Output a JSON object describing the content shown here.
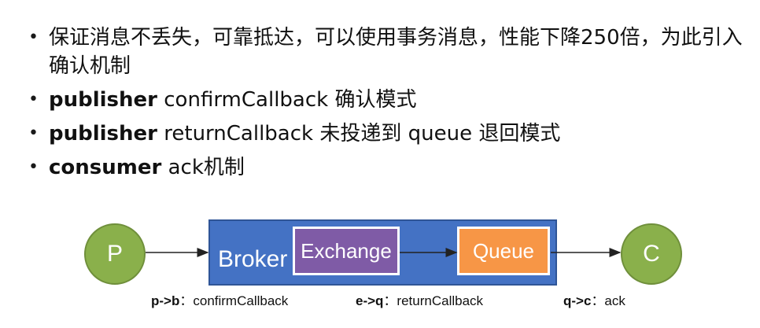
{
  "bullets": [
    {
      "bold": "",
      "text": "保证消息不丢失，可靠抵达，可以使用事务消息，性能下降250倍，为此引入确认机制"
    },
    {
      "bold": "publisher",
      "text": " confirmCallback 确认模式"
    },
    {
      "bold": "publisher",
      "text": " returnCallback 未投递到 queue 退回模式"
    },
    {
      "bold": "consumer",
      "text": " ack机制"
    }
  ],
  "bullet_marker": "•",
  "diagram": {
    "producer": "P",
    "broker": "Broker",
    "exchange": "Exchange",
    "queue": "Queue",
    "consumer": "C",
    "captions": [
      {
        "bold": "p->b",
        "text": "：confirmCallback"
      },
      {
        "bold": "e->q",
        "text": "：returnCallback"
      },
      {
        "bold": "q->c",
        "text": "：ack"
      }
    ]
  },
  "colors": {
    "broker": "#4472c4",
    "exchange": "#7f5ba6",
    "queue": "#f79646",
    "node": "#8ab04b"
  }
}
